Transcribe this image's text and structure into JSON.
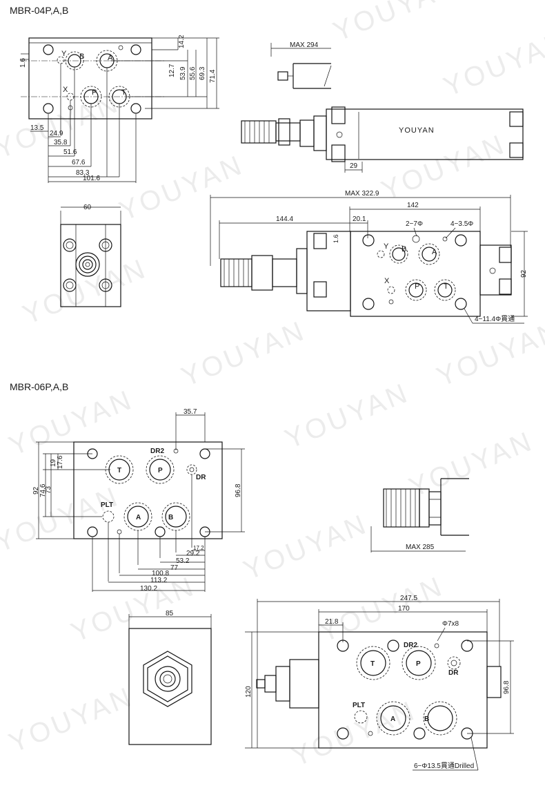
{
  "watermark": "YOUYAN",
  "mbr04": {
    "title": "MBR-04P,A,B",
    "ports": {
      "Y": "Y",
      "B": "B",
      "A": "A",
      "X": "X",
      "P": "P",
      "T": "T"
    },
    "top_dims": {
      "d1_6": "1.6",
      "d14_2": "14.2",
      "d12_7": "12.7",
      "d53_9": "53.9",
      "d55_6": "55.6",
      "d69_3": "69.3",
      "d71_4": "71.4"
    },
    "bottom_dims": {
      "d13_5": "13.5",
      "d24_9": "24.9",
      "d35_8": "35.8",
      "d51_6": "51.6",
      "d67_6": "67.6",
      "d83_3": "83.3",
      "d101_6": "101.6"
    },
    "end_width": "60",
    "side": {
      "max": "MAX 294",
      "brand": "YOUYAN",
      "d29": "29"
    },
    "front": {
      "max": "MAX 322.9",
      "d142": "142",
      "d144_4": "144.4",
      "d20_1": "20.1",
      "d2_7": "2−7Φ",
      "d4_3_5": "4−3.5Φ",
      "d1_6": "1.6",
      "d92": "92",
      "holes": "4−11.4Φ貫通"
    }
  },
  "mbr06": {
    "title": "MBR-06P,A,B",
    "ports": {
      "DR2": "DR2",
      "T": "T",
      "P": "P",
      "DR": "DR",
      "PLT": "PLT",
      "A": "A",
      "B": "B"
    },
    "top_dims": {
      "d35_7": "35.7",
      "d19": "19",
      "d17_6": "17.6",
      "d92": "92",
      "d74_6": "74.6",
      "d73": "73",
      "d96_8": "96.8"
    },
    "bottom_dims": {
      "d17_2": "17.2",
      "d29_2": "29.2",
      "d53_2": "53.2",
      "d77": "77",
      "d100_8": "100.8",
      "d113_2": "113.2",
      "d130_2": "130.2"
    },
    "end_width": "85",
    "side": {
      "max": "MAX 285"
    },
    "front": {
      "d247_5": "247.5",
      "d170": "170",
      "d21_8": "21.8",
      "d7x8": "Φ7x8",
      "d120": "120",
      "d96_8": "96.8",
      "holes": "6−Φ13.5貫通Drilled"
    }
  }
}
